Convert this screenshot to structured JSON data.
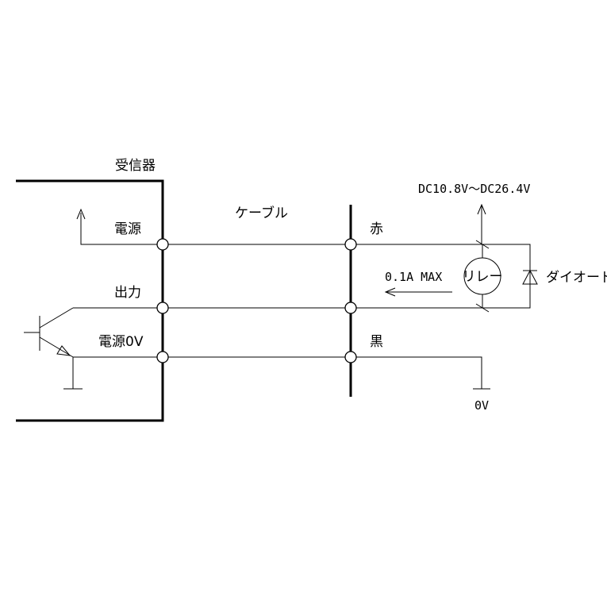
{
  "labels": {
    "receiver": "受信器",
    "cable": "ケーブル",
    "power": "電源",
    "output": "出力",
    "power_0v": "電源0V",
    "red": "赤",
    "black": "黒",
    "supply_voltage": "DC10.8V～DC26.4V",
    "current": "0.1A MAX",
    "relay": "リレー",
    "diode": "ダイオード",
    "ground": "0V"
  }
}
